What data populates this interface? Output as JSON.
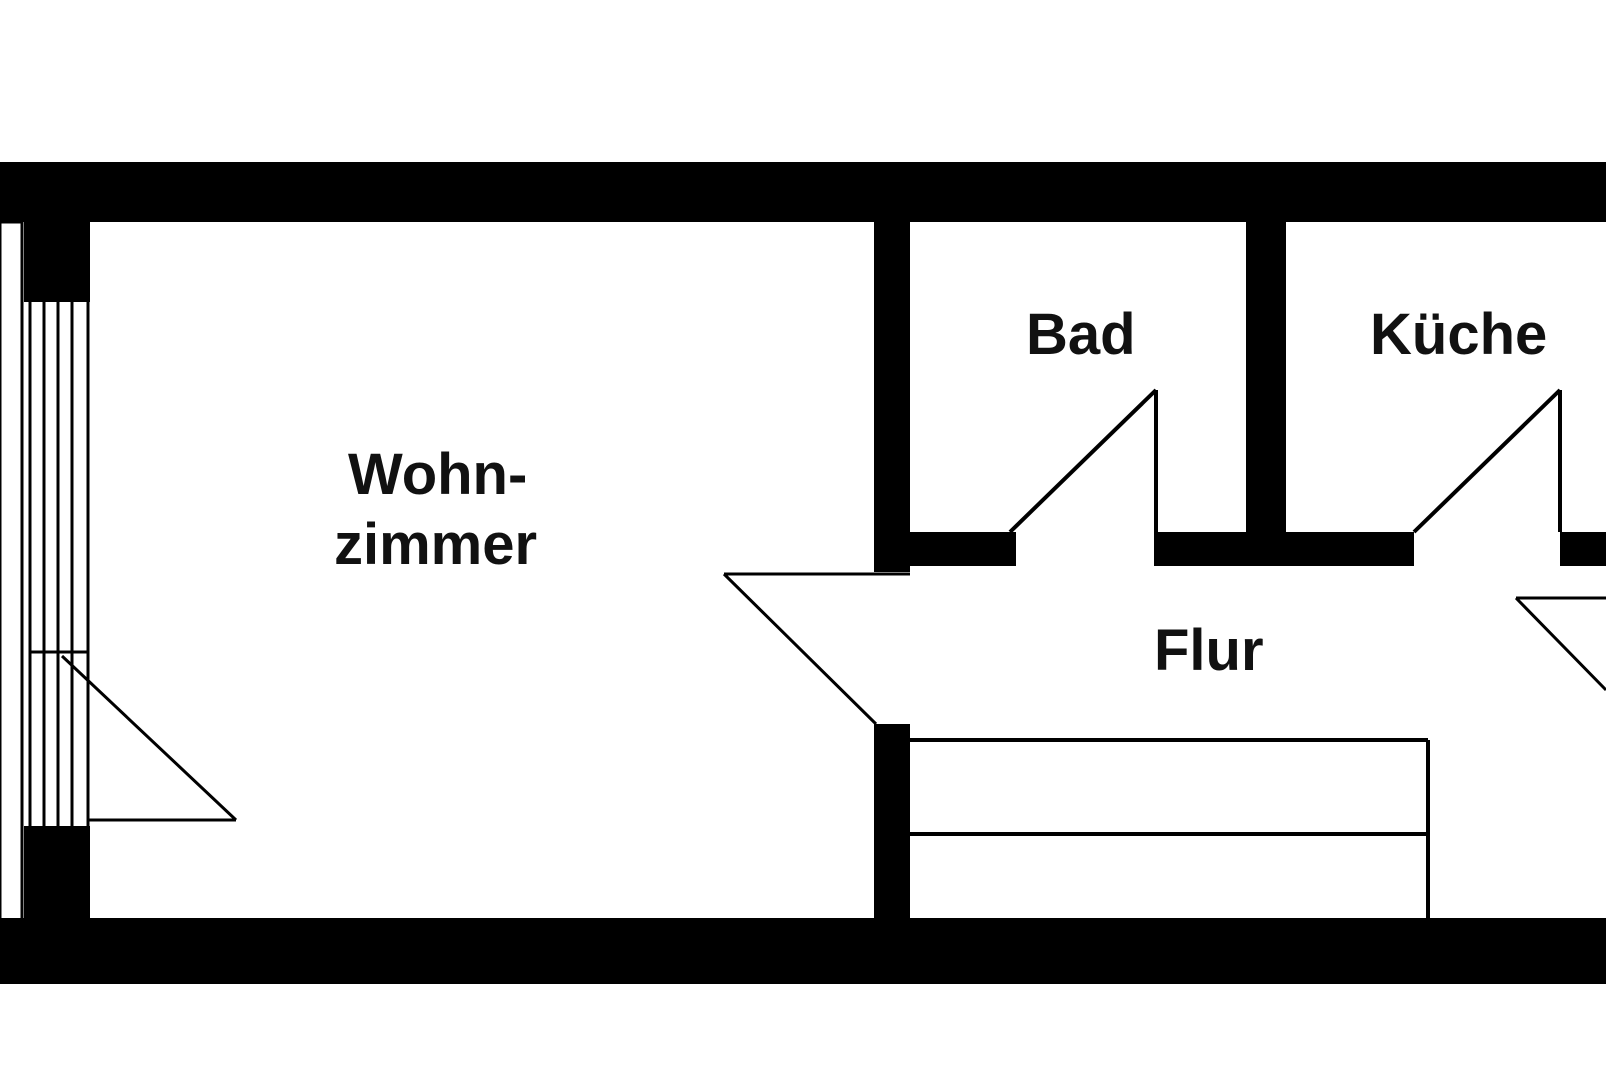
{
  "plan": {
    "rooms": {
      "wohnzimmer_line1": "Wohn-",
      "wohnzimmer_line2": "zimmer",
      "bad": "Bad",
      "kueche": "Küche",
      "flur": "Flur"
    }
  },
  "colors": {
    "wall": "#000000",
    "background": "#ffffff",
    "text": "#111111"
  }
}
